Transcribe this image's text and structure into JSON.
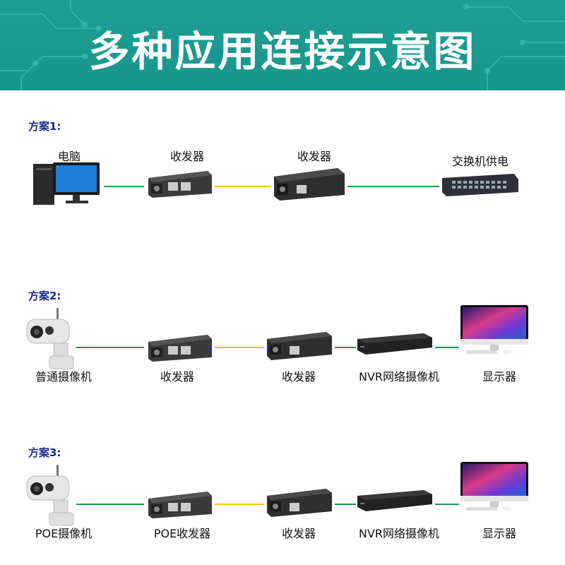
{
  "header": {
    "title": "多种应用连接示意图"
  },
  "colors": {
    "banner": "#1f9f93",
    "plan_title": "#1a2a8c",
    "ethernet_line": "#1a9b4a",
    "fiber_line": "#f0c11a"
  },
  "plans": [
    {
      "title": "方案1:",
      "labels": [
        "电脑",
        "收发器",
        "收发器",
        "交换机供电"
      ]
    },
    {
      "title": "方案2:",
      "labels": [
        "普通摄像机",
        "收发器",
        "收发器",
        "NVR网络摄像机",
        "显示器"
      ]
    },
    {
      "title": "方案3:",
      "labels": [
        "POE摄像机",
        "POE收发器",
        "收发器",
        "NVR网络摄像机",
        "显示器"
      ]
    }
  ]
}
